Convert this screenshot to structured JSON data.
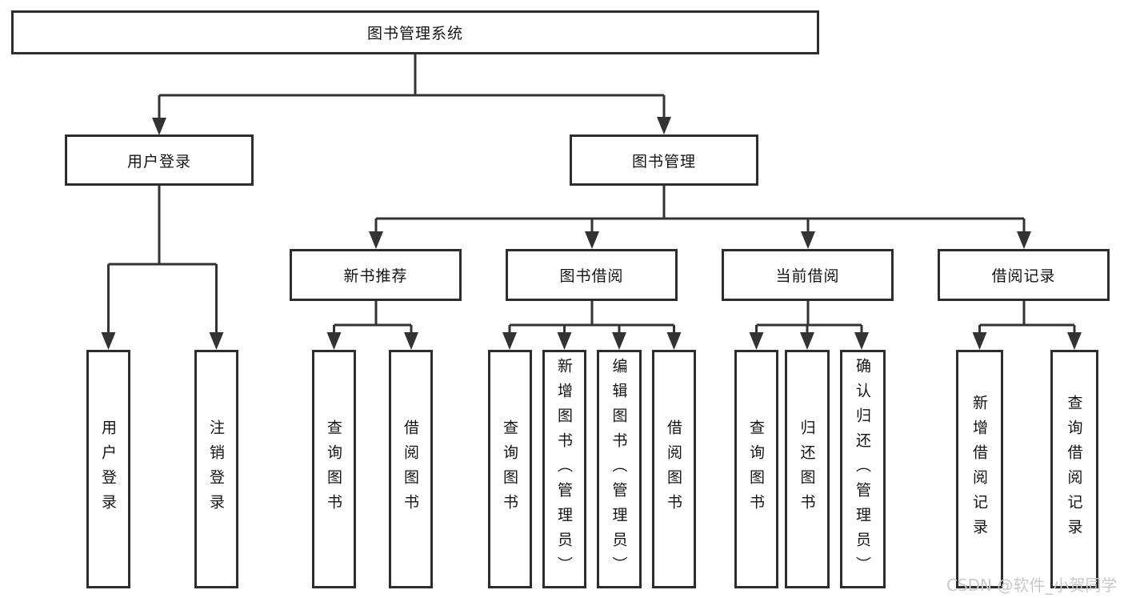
{
  "nodes": {
    "root": "图书管理系统",
    "user_login": "用户登录",
    "book_mgmt": "图书管理",
    "login": "用户登录",
    "logout": "注销登录",
    "new_rec": "新书推荐",
    "borrow": "图书借阅",
    "current": "当前借阅",
    "records": "借阅记录",
    "rec_query": "查询图书",
    "rec_borrow": "借阅图书",
    "b_query": "查询图书",
    "b_add": "新增图书（管理员）",
    "b_edit": "编辑图书（管理员）",
    "b_borrow": "借阅图书",
    "c_query": "查询图书",
    "c_return": "归还图书",
    "c_confirm": "确认归还（管理员）",
    "r_add": "新增借阅记录",
    "r_query": "查询借阅记录"
  },
  "watermark": "CSDN @软件_小贺同学",
  "colors": {
    "line": "#333333",
    "box_border": "#2d2d2d",
    "text": "#141414",
    "watermark": "#c9c9c9",
    "bg": "#ffffff"
  }
}
